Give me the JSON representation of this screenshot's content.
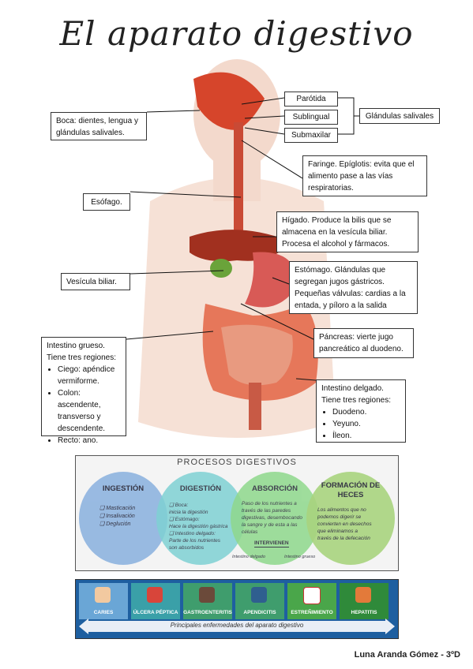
{
  "title": "El aparato digestivo",
  "labels": {
    "parotida": "Parótida",
    "sublingual": "Sublingual",
    "submaxilar": "Submaxilar",
    "glandulas": "Glándulas salivales",
    "boca": "Boca: dientes, lengua y glándulas salivales.",
    "faringe": "Faringe. Epíglotis: evita que el alimento pase a las vías respiratorias.",
    "esofago": "Esófago.",
    "higado": "Hígado. Produce la bilis que se almacena en la vesícula biliar. Procesa el alcohol y fármacos.",
    "vesicula": "Vesícula biliar.",
    "estomago": "Estómago. Glándulas que segregan jugos gástricos. Pequeñas válvulas: cardias a la entada, y píloro a la salida",
    "pancreas": "Páncreas: vierte jugo pancreático al duodeno.",
    "grueso_title": "Intestino grueso.",
    "grueso_sub": "Tiene tres regiones:",
    "grueso_items": [
      "Ciego: apéndice vermiforme.",
      "Colon: ascendente, transverso y descendente.",
      "Recto: ano."
    ],
    "delgado_title": "Intestino delgado.",
    "delgado_sub": "Tiene tres regiones:",
    "delgado_items": [
      "Duodeno.",
      "Yeyuno.",
      "Íleon."
    ]
  },
  "procesos": {
    "title": "PROCESOS DIGESTIVOS",
    "ingestion": {
      "title": "INGESTIÓN",
      "items": [
        "Masticación",
        "Insalivación",
        "Deglución"
      ]
    },
    "digestion": {
      "title": "DIGESTIÓN",
      "lines": [
        "❑ Boca:",
        "inicia la digestión",
        "❑ Estómago:",
        "Hace la digestión gástrica",
        "❑ Intestino delgado:",
        "Parte de los nutrientes",
        "son absorbidos"
      ]
    },
    "absorcion": {
      "title": "ABSORCIÓN",
      "lines": [
        "Paso de los nutrientes a",
        "través de las paredes",
        "digestivas, desembocando",
        "la sangre y de esta a las",
        "células"
      ],
      "interviene": "INTERVIENEN",
      "left": "Intestino delgado",
      "right": "Intestino grueso"
    },
    "heces": {
      "title": "FORMACIÓN DE HECES",
      "lines": [
        "Los alimentos que no",
        "podemos digerir se",
        "convierten en desechos",
        "que eliminamos a",
        "través de la defecación"
      ]
    }
  },
  "enfermedades": {
    "items": [
      "CARIES",
      "ÚLCERA PÉPTICA",
      "GASTROENTERITIS",
      "APENDICITIS",
      "ESTREÑIMIENTO",
      "HEPATITIS"
    ],
    "caption": "Principales enfermedades del aparato digestivo"
  },
  "author": "Luna Aranda Gómez - 3ºD",
  "colors": {
    "ingestion": "#8fb4e0",
    "digestion": "#7fd1d4",
    "absorcion": "#8fd88c",
    "heces": "#a9d47f",
    "cells": [
      "#6aa6d6",
      "#3aa0a8",
      "#3f9d6d",
      "#3f9d6d",
      "#4aa64a",
      "#2f8a3a"
    ]
  }
}
